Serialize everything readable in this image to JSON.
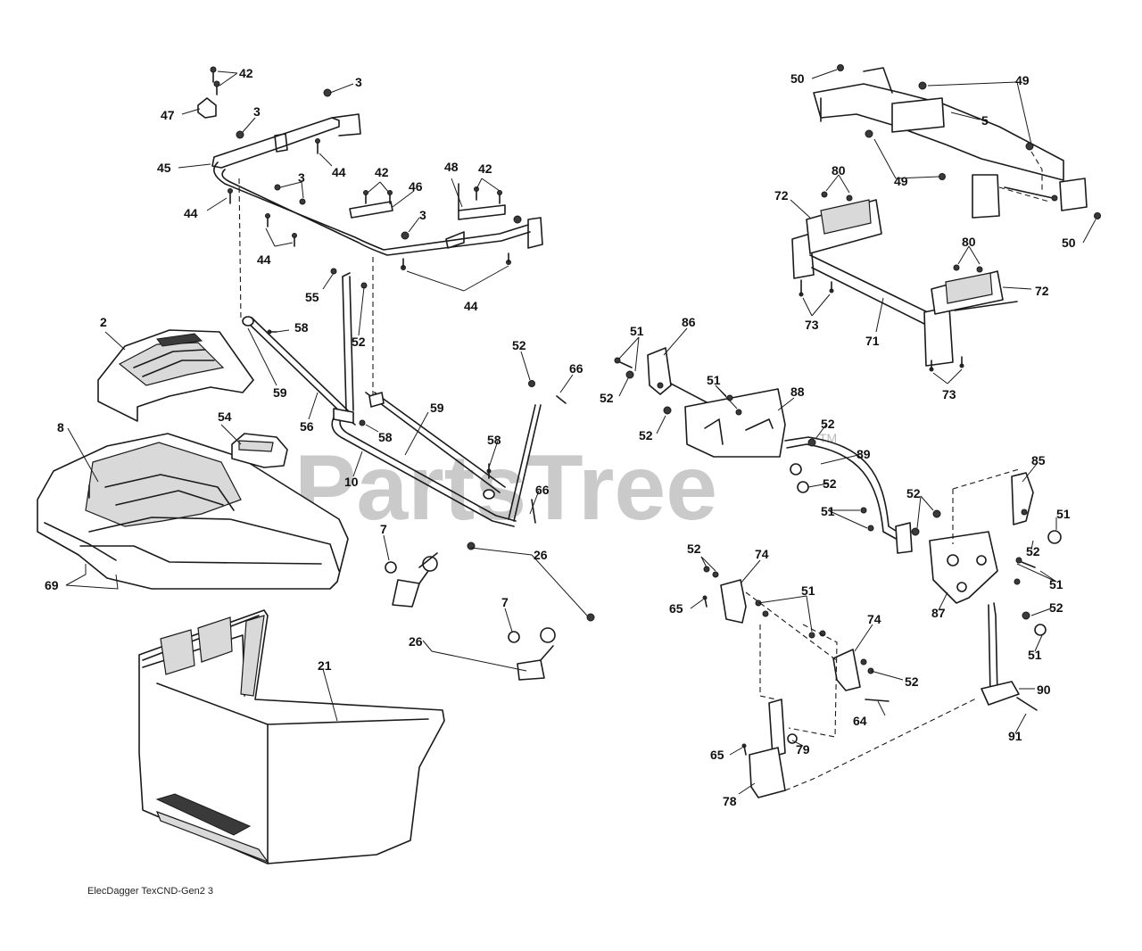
{
  "watermark": {
    "text": "PartsTree",
    "trademark": "TM"
  },
  "footer": {
    "code": "ElecDagger TexCND-Gen2 3"
  },
  "callouts": [
    "42",
    "3",
    "47",
    "3",
    "44",
    "45",
    "44",
    "3",
    "42",
    "46",
    "48",
    "42",
    "3",
    "44",
    "44",
    "55",
    "58",
    "52",
    "59",
    "56",
    "58",
    "59",
    "2",
    "8",
    "54",
    "10",
    "58",
    "52",
    "66",
    "66",
    "69",
    "7",
    "26",
    "7",
    "26",
    "21",
    "50",
    "49",
    "5",
    "49",
    "50",
    "80",
    "72",
    "80",
    "72",
    "73",
    "71",
    "73",
    "51",
    "86",
    "52",
    "52",
    "51",
    "88",
    "52",
    "89",
    "52",
    "51",
    "52",
    "85",
    "51",
    "52",
    "51",
    "52",
    "74",
    "51",
    "65",
    "74",
    "52",
    "87",
    "52",
    "51",
    "90",
    "64",
    "91",
    "79",
    "65",
    "78"
  ]
}
